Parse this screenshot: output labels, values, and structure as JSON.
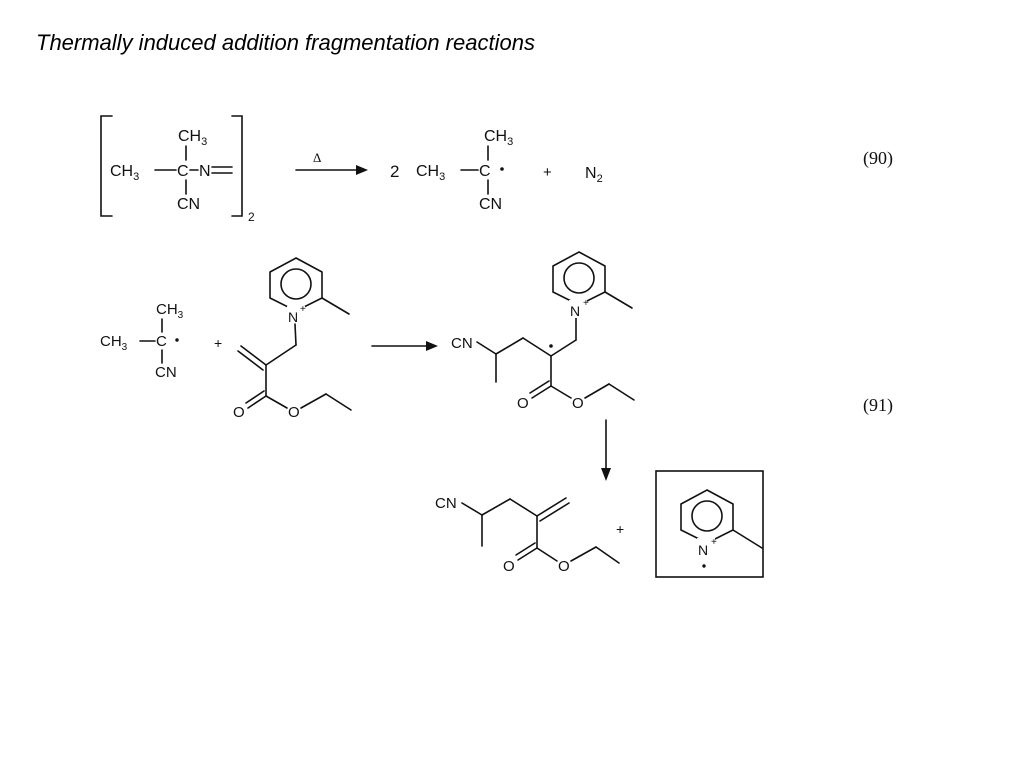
{
  "title": "Thermally induced addition fragmentation reactions",
  "atoms": {
    "ch3": "CH",
    "sub3": "3",
    "c": "C",
    "cn": "CN",
    "n": "N",
    "o": "O",
    "n2": "N",
    "sub2": "2",
    "plus": "+",
    "charge": "+",
    "coef": "2",
    "delta": "Δ"
  },
  "equations": [
    {
      "label": "(90)"
    },
    {
      "label": "(91)"
    }
  ]
}
